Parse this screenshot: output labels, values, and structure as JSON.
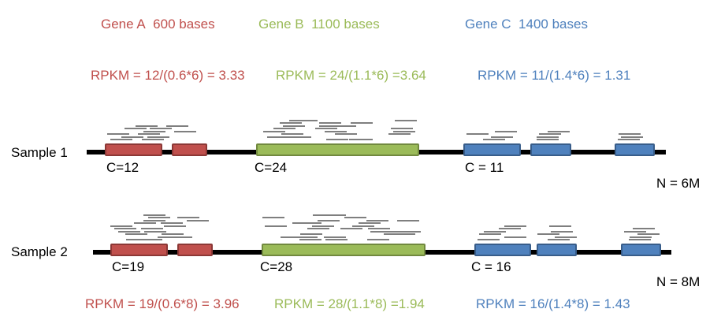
{
  "genes": [
    {
      "name": "Gene A",
      "length": "600 bases",
      "color": "#c0504d"
    },
    {
      "name": "Gene B",
      "length": "1100 bases",
      "color": "#9bbb59"
    },
    {
      "name": "Gene C",
      "length": "1400 bases",
      "color": "#4f81bd"
    }
  ],
  "samples": [
    {
      "label": "Sample 1",
      "total": "N = 6M",
      "counts": [
        "C=12",
        "C=24",
        "C = 11"
      ],
      "rpkm": [
        "RPKM = 12/(0.6*6) = 3.33",
        "RPKM = 24/(1.1*6) =3.64",
        "RPKM = 11/(1.4*6) = 1.31"
      ],
      "read_counts": [
        12,
        24,
        11
      ]
    },
    {
      "label": "Sample 2",
      "total": "N = 8M",
      "counts": [
        "C=19",
        "C=28",
        "C = 16"
      ],
      "rpkm": [
        "RPKM = 19/(0.6*8) = 3.96",
        "RPKM = 28/(1.1*8) =1.94",
        "RPKM = 16/(1.4*8) = 1.43"
      ],
      "read_counts": [
        19,
        28,
        16
      ]
    }
  ]
}
